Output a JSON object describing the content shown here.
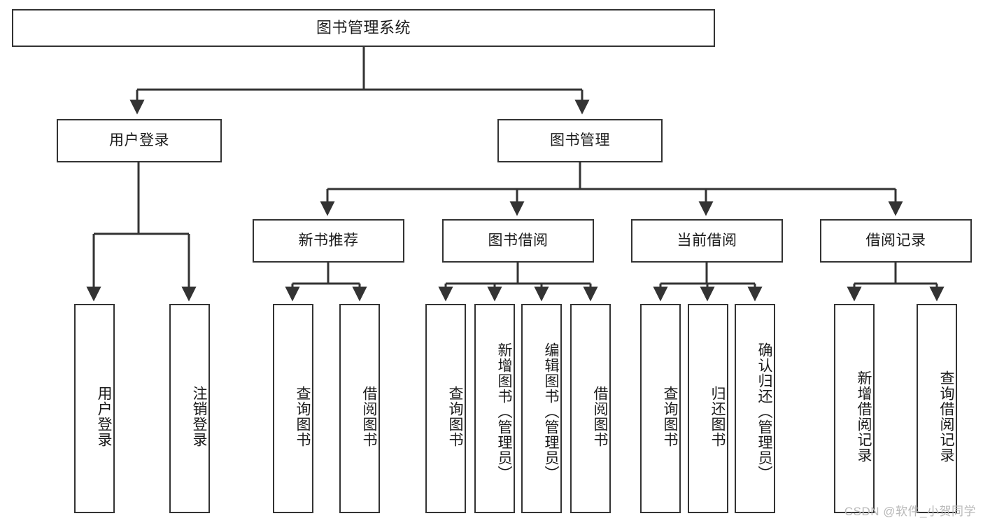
{
  "diagram": {
    "title": "图书管理系统",
    "watermark": "CSDN @软件_小贺同学",
    "stroke_color": "#333333",
    "background_color": "#ffffff",
    "text_color": "#1a1a1a",
    "type": "tree-hierarchy",
    "nodes": {
      "root": {
        "label": "图书管理系统",
        "level": 1
      },
      "user_login": {
        "label": "用户登录",
        "level": 2
      },
      "book_manage": {
        "label": "图书管理",
        "level": 2
      },
      "new_book_rec": {
        "label": "新书推荐",
        "level": 3
      },
      "book_borrow": {
        "label": "图书借阅",
        "level": 3
      },
      "current_borrow": {
        "label": "当前借阅",
        "level": 3
      },
      "borrow_record": {
        "label": "借阅记录",
        "level": 3
      },
      "leaf_user_login": {
        "label": "用户登录",
        "level": 4
      },
      "leaf_logout": {
        "label": "注销登录",
        "level": 4
      },
      "leaf_query_book_1": {
        "label": "查询图书",
        "level": 4
      },
      "leaf_borrow_book_1": {
        "label": "借阅图书",
        "level": 4
      },
      "leaf_query_book_2": {
        "label": "查询图书",
        "level": 4
      },
      "leaf_add_book": {
        "label": "新增图书（管理员）",
        "level": 4
      },
      "leaf_edit_book": {
        "label": "编辑图书（管理员）",
        "level": 4
      },
      "leaf_borrow_book_2": {
        "label": "借阅图书",
        "level": 4
      },
      "leaf_query_book_3": {
        "label": "查询图书",
        "level": 4
      },
      "leaf_return_book": {
        "label": "归还图书",
        "level": 4
      },
      "leaf_confirm_return": {
        "label": "确认归还（管理员）",
        "level": 4
      },
      "leaf_add_record": {
        "label": "新增借阅记录",
        "level": 4
      },
      "leaf_query_record": {
        "label": "查询借阅记录",
        "level": 4
      }
    }
  }
}
